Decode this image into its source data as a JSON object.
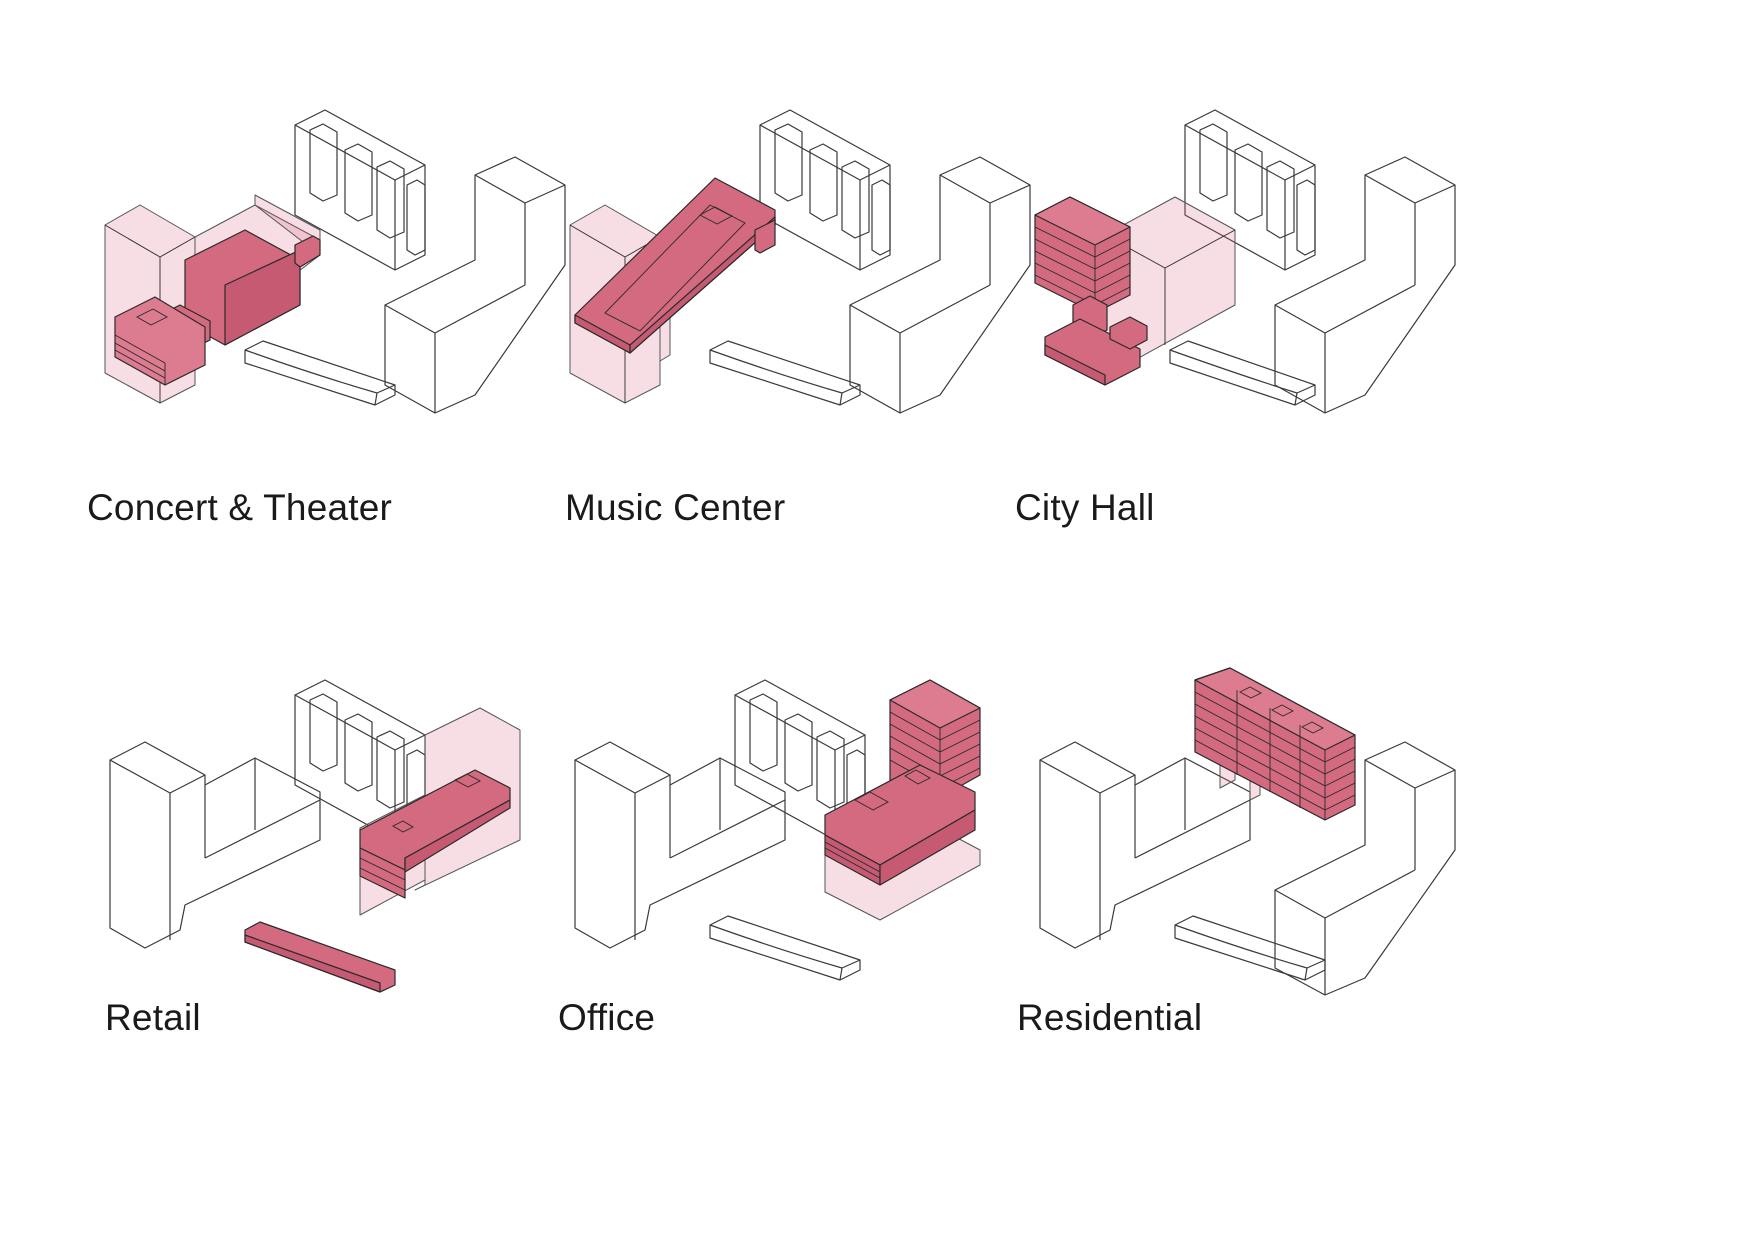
{
  "colors": {
    "highlight": "#d36a80",
    "highlight_translucent": "rgba(215,105,130,0.22)",
    "outline": "#3a3a3a",
    "background": "#ffffff"
  },
  "panels": [
    {
      "label": "Concert & Theater"
    },
    {
      "label": "Music Center"
    },
    {
      "label": "City Hall"
    },
    {
      "label": "Retail"
    },
    {
      "label": "Office"
    },
    {
      "label": "Residential"
    }
  ]
}
